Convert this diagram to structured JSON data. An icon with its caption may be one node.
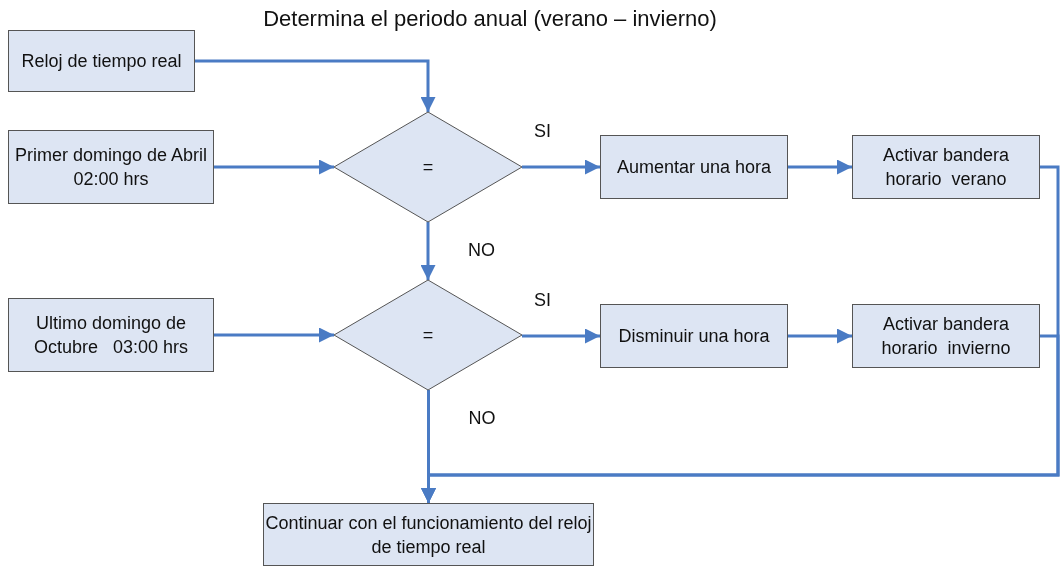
{
  "diagram": {
    "title": "Determina el periodo anual (verano – invierno)",
    "nodes": [
      {
        "text": [
          "Reloj de tiempo real"
        ]
      },
      {
        "text": [
          "Primer domingo de Abril   02:00 hrs"
        ]
      },
      {
        "text": [
          "="
        ]
      },
      {
        "text": [
          "Aumentar una hora"
        ]
      },
      {
        "text": [
          "Activar bandera horario  verano"
        ]
      },
      {
        "text": [
          "Ultimo domingo de Octubre   03:00 hrs"
        ]
      },
      {
        "text": [
          "="
        ]
      },
      {
        "text": [
          "Disminuir una hora"
        ]
      },
      {
        "text": [
          "Activar bandera horario  invierno"
        ]
      },
      {
        "text": [
          "Continuar con el funcionamiento del reloj de tiempo real"
        ]
      }
    ],
    "edges": [
      {
        "from": 0,
        "to": 2,
        "arrow": "to"
      },
      {
        "from": 1,
        "to": 2,
        "arrow": "to"
      },
      {
        "from": 2,
        "to": 3,
        "arrow": "to",
        "label": "SI"
      },
      {
        "from": 3,
        "to": 4,
        "arrow": "to"
      },
      {
        "from": 2,
        "to": 6,
        "arrow": "to",
        "label": "NO"
      },
      {
        "from": 5,
        "to": 6,
        "arrow": "to"
      },
      {
        "from": 6,
        "to": 7,
        "arrow": "to",
        "label": "SI"
      },
      {
        "from": 7,
        "to": 8,
        "arrow": "to"
      },
      {
        "from": 6,
        "to": 9,
        "arrow": "to",
        "label": "NO"
      },
      {
        "from": 4,
        "to": 9,
        "arrow": "to"
      },
      {
        "from": 8,
        "to": 9,
        "arrow": "to"
      }
    ]
  }
}
